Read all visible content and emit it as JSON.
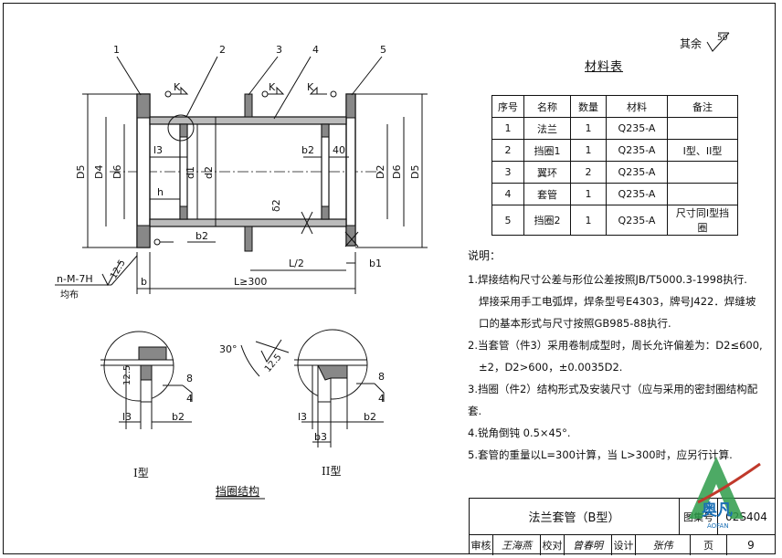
{
  "roughness": {
    "prefix": "其余",
    "value": "50"
  },
  "materials_title": "材料表",
  "table": {
    "headers": [
      "序号",
      "名称",
      "数量",
      "材料",
      "备注"
    ],
    "rows": [
      [
        "1",
        "法兰",
        "1",
        "Q235-A",
        ""
      ],
      [
        "2",
        "挡圈1",
        "1",
        "Q235-A",
        "I型、II型"
      ],
      [
        "3",
        "翼环",
        "2",
        "Q235-A",
        ""
      ],
      [
        "4",
        "套管",
        "1",
        "Q235-A",
        ""
      ],
      [
        "5",
        "挡圈2",
        "1",
        "Q235-A",
        "尺寸同I型挡圈"
      ]
    ]
  },
  "notes": {
    "heading": "说明：",
    "items": [
      {
        "main": "1.焊接结构尺寸公差与形位公差按照JB/T5000.3-1998执行.",
        "cont": [
          "焊接采用手工电弧焊，焊条型号E4303，牌号J422．焊缝坡",
          "口的基本形式与尺寸按照GB985-88执行."
        ]
      },
      {
        "main": "2.当套管（件3）采用卷制成型时，周长允许偏差为：D2≤600,",
        "cont": [
          "±2，D2>600，±0.0035D2."
        ]
      },
      {
        "main": "3.挡圈（件2）结构形式及安装尺寸（应与采用的密封圈结构配套.",
        "cont": []
      },
      {
        "main": "4.锐角倒钝 0.5×45°.",
        "cont": []
      },
      {
        "main": "5.套管的重量以L=300计算，当 L>300时，应另行计算.",
        "cont": []
      }
    ]
  },
  "drawing": {
    "part_numbers": [
      "1",
      "2",
      "3",
      "4",
      "5"
    ],
    "weld_symbol": "K",
    "dims": {
      "d5": "D5",
      "d4": "D4",
      "d6": "D6",
      "d1": "d1",
      "d2": "d2",
      "D2": "D2",
      "D6r": "D6",
      "D5r": "D5",
      "l3": "l3",
      "b2": "b2",
      "b2b": "b2",
      "h": "h",
      "forty": "40",
      "dd2": "δ2",
      "L2": "L/2",
      "b1": "b1",
      "b": "b",
      "L": "L≥300",
      "thread": "n-M-7H",
      "even": "均布",
      "r125": "12.5"
    },
    "detail1": {
      "label": "I型",
      "l3": "l3",
      "b2": "b2",
      "r125": "12.5",
      "w8": "8",
      "w4": "4"
    },
    "detail2": {
      "label": "II型",
      "angle": "30°",
      "l3": "l3",
      "b2": "b2",
      "b3": "b3",
      "r125": "12.5",
      "w8": "8",
      "w4": "4"
    },
    "detail_title": "挡圈结构"
  },
  "title_block": {
    "name": "法兰套管（B型）",
    "atlas_label": "图集号",
    "atlas_no": "02S404",
    "review": "审核",
    "reviewer": "王海燕",
    "check": "校对",
    "checker": "曾春明",
    "design": "设计",
    "designer": "张伟",
    "page_label": "页",
    "page": "9"
  },
  "logo": {
    "text": "奥凡",
    "sub": "AOFAN"
  }
}
